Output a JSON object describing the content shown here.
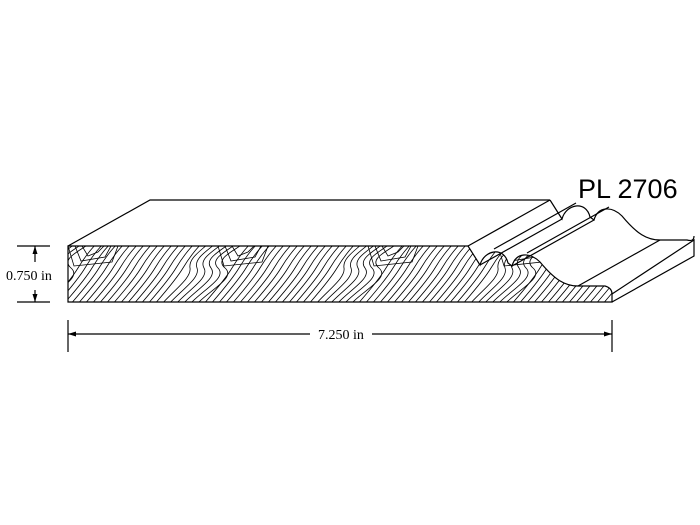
{
  "profile": {
    "name": "PL 2706",
    "thickness_label": "0.750 in",
    "width_label": "7.250 in",
    "thickness_in": 0.75,
    "width_in": 7.25
  },
  "colors": {
    "line": "#000000",
    "background": "#ffffff"
  }
}
